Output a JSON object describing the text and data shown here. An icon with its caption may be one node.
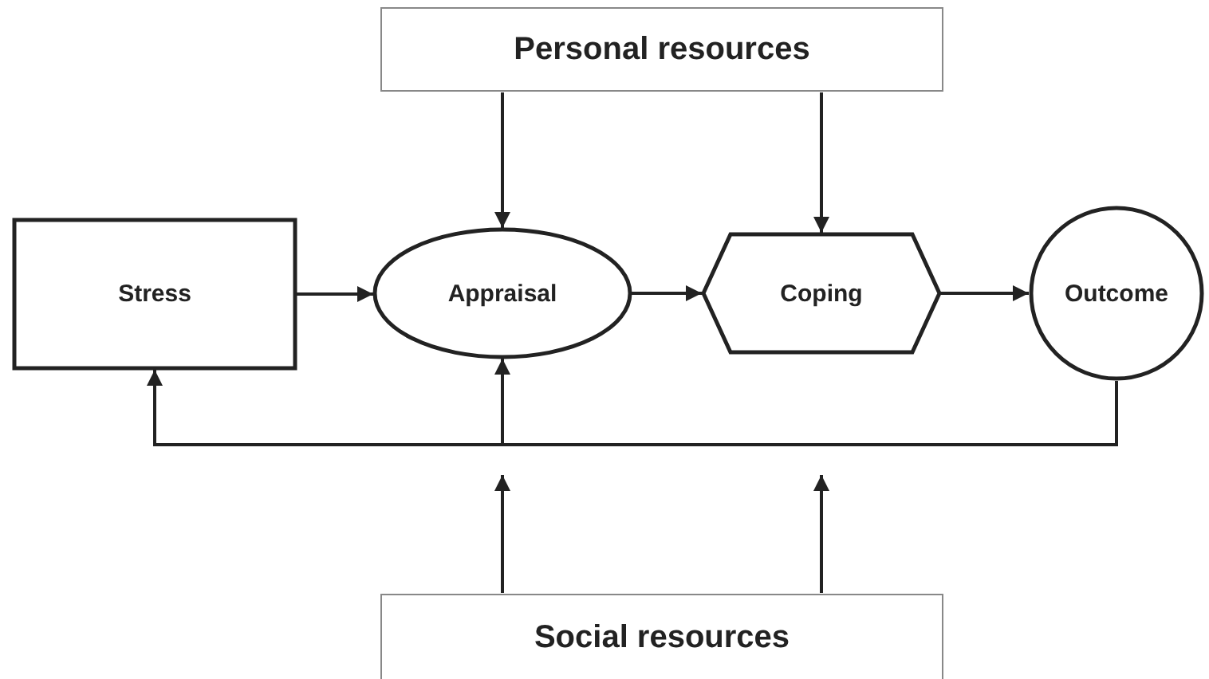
{
  "diagram": {
    "nodes": [
      {
        "text": [
          "Personal resources"
        ]
      },
      {
        "text": [
          "Stress"
        ]
      },
      {
        "text": [
          "Appraisal"
        ]
      },
      {
        "text": [
          "Coping"
        ]
      },
      {
        "text": [
          "Outcome"
        ]
      },
      {
        "text": [
          "Social resources"
        ]
      }
    ],
    "edges": [
      {
        "from": 0,
        "to": 2,
        "arrow": "to"
      },
      {
        "from": 0,
        "to": 3,
        "arrow": "to"
      },
      {
        "from": 1,
        "to": 2,
        "arrow": "to"
      },
      {
        "from": 2,
        "to": 3,
        "arrow": "to"
      },
      {
        "from": 3,
        "to": 4,
        "arrow": "to"
      },
      {
        "from": 4,
        "to": 1,
        "arrow": "to"
      },
      {
        "from": 4,
        "to": 2,
        "arrow": "to"
      },
      {
        "from": 5,
        "to": null,
        "arrow": "to"
      },
      {
        "from": 5,
        "to": null,
        "arrow": "to"
      }
    ]
  }
}
